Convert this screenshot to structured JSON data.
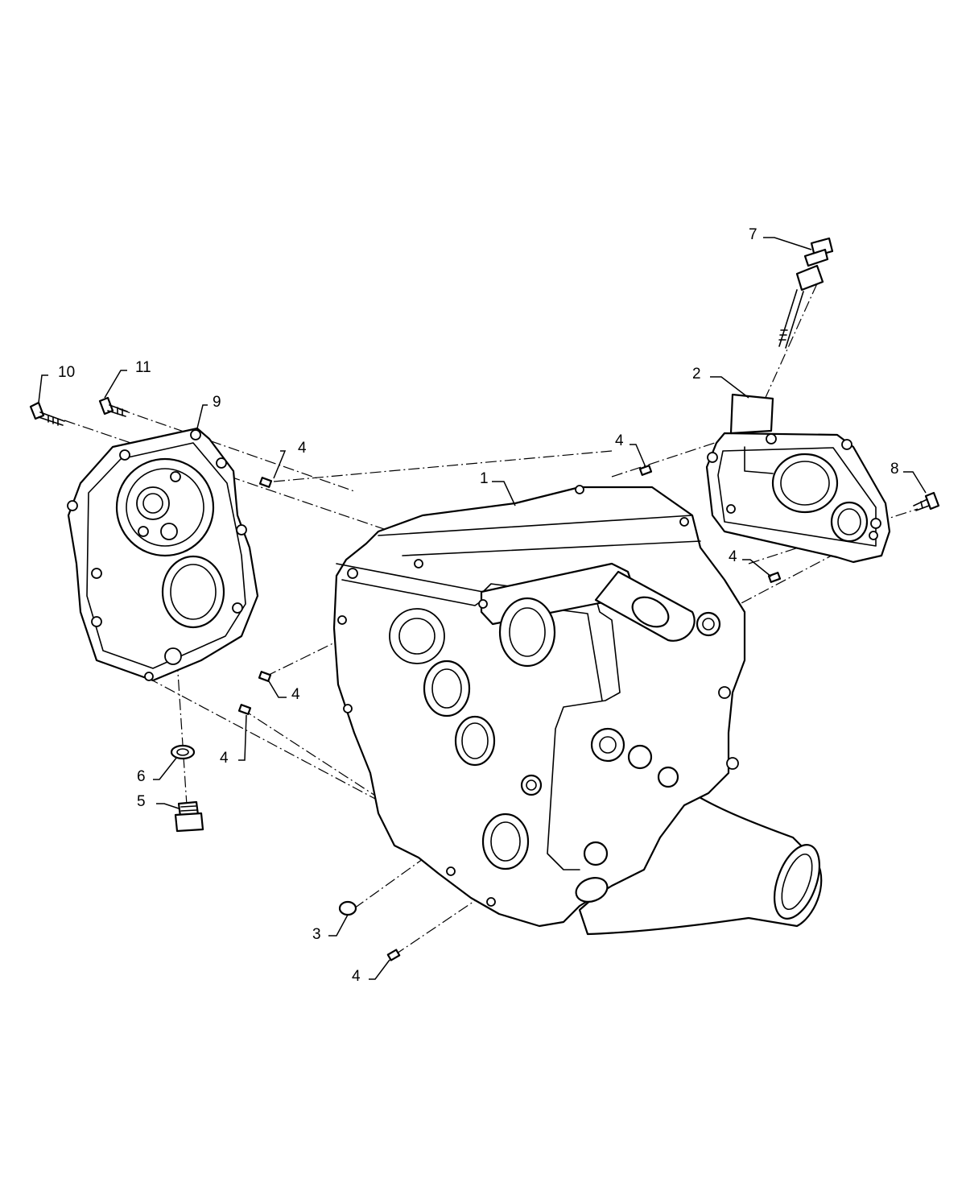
{
  "callouts": [
    {
      "id": "c1",
      "label": "1"
    },
    {
      "id": "c2",
      "label": "2"
    },
    {
      "id": "c3",
      "label": "3"
    },
    {
      "id": "c4a",
      "label": "4"
    },
    {
      "id": "c4b",
      "label": "4"
    },
    {
      "id": "c4c",
      "label": "4"
    },
    {
      "id": "c4d",
      "label": "4"
    },
    {
      "id": "c4e",
      "label": "4"
    },
    {
      "id": "c4f",
      "label": "4"
    },
    {
      "id": "c5",
      "label": "5"
    },
    {
      "id": "c6",
      "label": "6"
    },
    {
      "id": "c7",
      "label": "7"
    },
    {
      "id": "c8",
      "label": "8"
    },
    {
      "id": "c9",
      "label": "9"
    },
    {
      "id": "c10",
      "label": "10"
    },
    {
      "id": "c11",
      "label": "11"
    }
  ]
}
